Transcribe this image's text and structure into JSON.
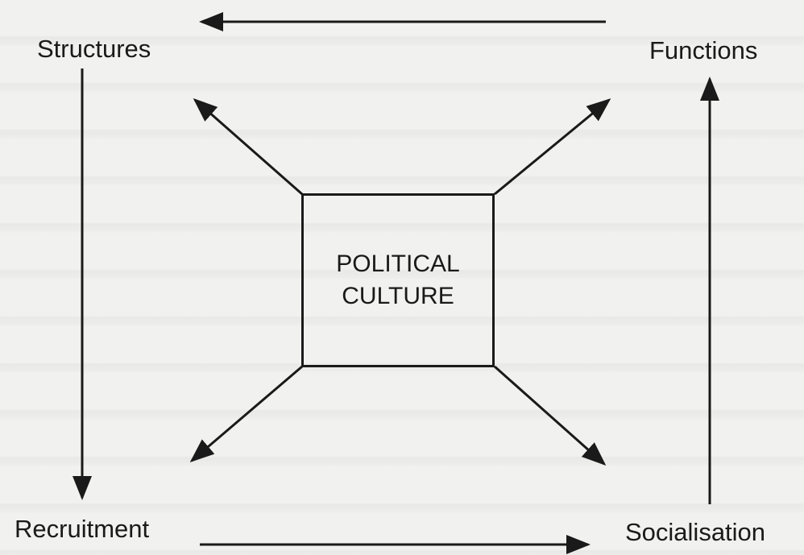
{
  "diagram": {
    "center": {
      "line1": "POLITICAL",
      "line2": "CULTURE"
    },
    "nodes": {
      "structures": "Structures",
      "functions": "Functions",
      "recruitment": "Recruitment",
      "socialisation": "Socialisation"
    },
    "edges": [
      {
        "from": "functions",
        "to": "structures"
      },
      {
        "from": "structures",
        "to": "recruitment"
      },
      {
        "from": "recruitment",
        "to": "socialisation"
      },
      {
        "from": "socialisation",
        "to": "functions"
      },
      {
        "from": "center",
        "to": "structures"
      },
      {
        "from": "center",
        "to": "functions"
      },
      {
        "from": "center",
        "to": "recruitment"
      },
      {
        "from": "center",
        "to": "socialisation"
      }
    ],
    "colors": {
      "ink": "#1a1a1a",
      "background": "#f1f1ef"
    }
  }
}
